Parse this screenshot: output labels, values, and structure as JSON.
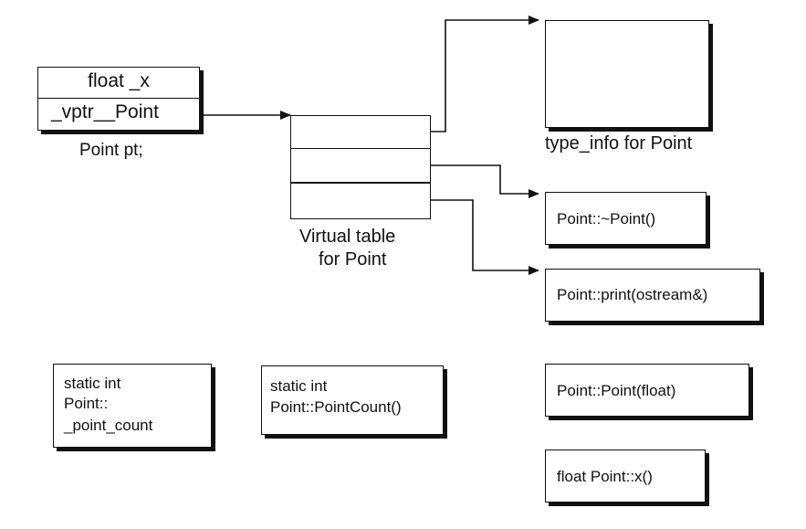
{
  "object": {
    "field_x": "float _x",
    "field_vptr": "_vptr__Point",
    "caption": "Point pt;"
  },
  "vtable": {
    "caption_line1": "Virtual table",
    "caption_line2": "for Point"
  },
  "type_info": {
    "caption": "type_info for Point"
  },
  "functions": {
    "destructor": "Point::~Point()",
    "print": "Point::print(ostream&)",
    "constructor": "Point::Point(float)",
    "accessor_x": "float Point::x()"
  },
  "statics": {
    "member_line1": "static int",
    "member_line2": "Point::",
    "member_line3": "_point_count",
    "method_line1": "static int",
    "method_line2": "Point::PointCount()"
  }
}
